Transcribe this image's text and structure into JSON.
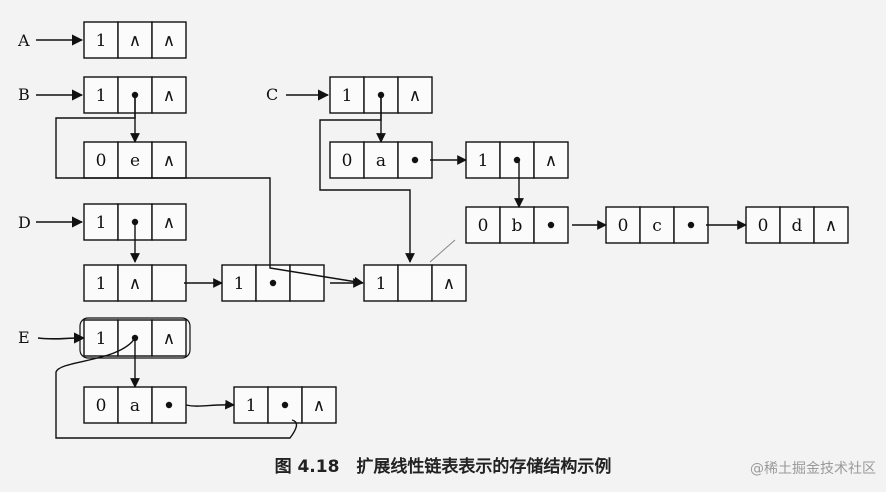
{
  "figure": {
    "caption": "图 4.18　扩展线性链表表示的存储结构示例",
    "watermark": "@稀土掘金技术社区"
  },
  "pointers": [
    {
      "id": "A",
      "label": "A"
    },
    {
      "id": "B",
      "label": "B"
    },
    {
      "id": "C",
      "label": "C"
    },
    {
      "id": "D",
      "label": "D"
    },
    {
      "id": "E",
      "label": "E"
    }
  ],
  "nodes": [
    {
      "id": "A1",
      "cells": [
        "1",
        "∧",
        "∧"
      ]
    },
    {
      "id": "B1",
      "cells": [
        "1",
        "",
        "∧"
      ]
    },
    {
      "id": "B2",
      "cells": [
        "0",
        "e",
        "∧"
      ]
    },
    {
      "id": "C1",
      "cells": [
        "1",
        "",
        "∧"
      ]
    },
    {
      "id": "C2",
      "cells": [
        "0",
        "a",
        ""
      ]
    },
    {
      "id": "C3",
      "cells": [
        "1",
        "",
        "∧"
      ]
    },
    {
      "id": "C4",
      "cells": [
        "0",
        "b",
        ""
      ]
    },
    {
      "id": "C5",
      "cells": [
        "0",
        "c",
        ""
      ]
    },
    {
      "id": "C6",
      "cells": [
        "0",
        "d",
        "∧"
      ]
    },
    {
      "id": "D1",
      "cells": [
        "1",
        "",
        "∧"
      ]
    },
    {
      "id": "D2",
      "cells": [
        "1",
        "∧",
        ""
      ]
    },
    {
      "id": "D3",
      "cells": [
        "1",
        "",
        ""
      ]
    },
    {
      "id": "D4",
      "cells": [
        "1",
        "",
        "∧"
      ]
    },
    {
      "id": "E1",
      "cells": [
        "1",
        "",
        "∧"
      ]
    },
    {
      "id": "E2",
      "cells": [
        "0",
        "a",
        ""
      ]
    },
    {
      "id": "E3",
      "cells": [
        "1",
        "",
        "∧"
      ]
    }
  ]
}
